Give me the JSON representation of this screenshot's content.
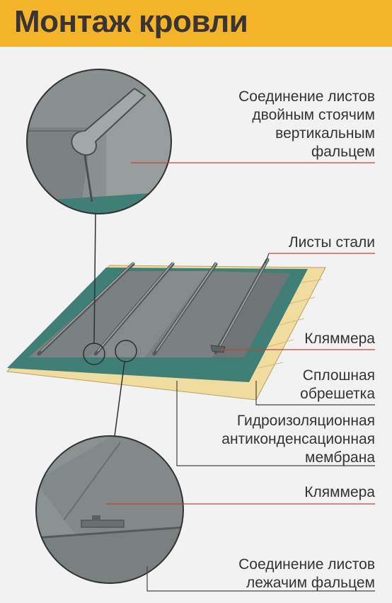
{
  "title": "Монтаж кровли",
  "labels": {
    "double_standing_seam": [
      "Соединение листов",
      "двойным стоячим",
      "вертикальным",
      "фальцем"
    ],
    "steel_sheets": "Листы стали",
    "clamp_top": "Кляммера",
    "solid_lathing": [
      "Сплошная",
      "обрешетка"
    ],
    "membrane": [
      "Гидроизоляционная",
      "антиконденсационная",
      "мембрана"
    ],
    "clamp_bottom": "Кляммера",
    "lying_seam": [
      "Соединение листов",
      "лежачим фальцем"
    ]
  },
  "colors": {
    "header": "#f3b42a",
    "title": "#3b3434",
    "background": "#f2f2f2",
    "steel": "#787d7e",
    "membrane": "#3f7f76",
    "lathing": "#f1dca0",
    "leader_red": "#c0443f",
    "leader_dark": "#444444"
  }
}
